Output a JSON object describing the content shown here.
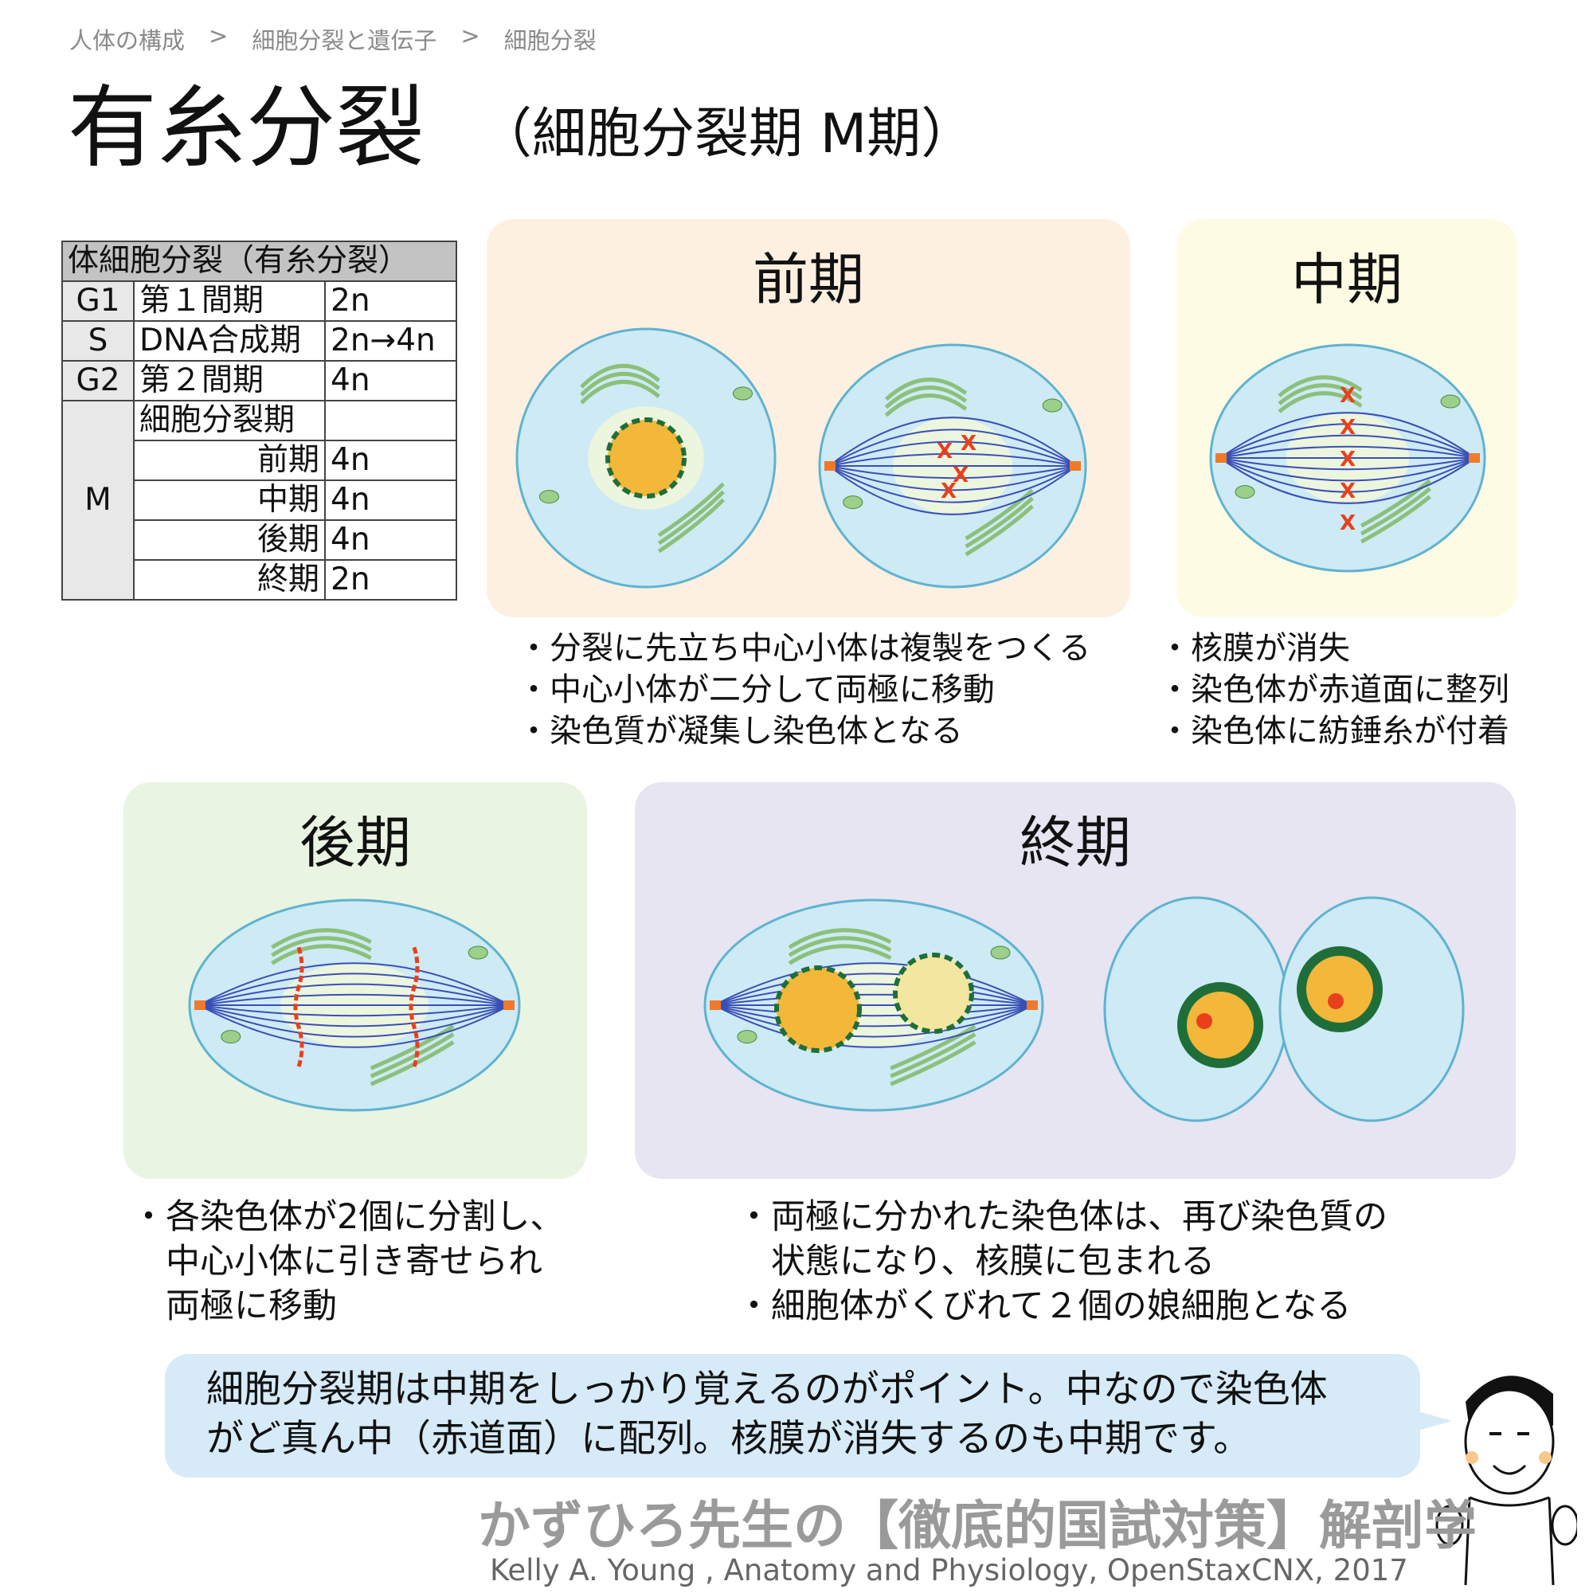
{
  "breadcrumb": [
    "人体の構成",
    ">",
    "細胞分裂と遺伝子",
    ">",
    "細胞分裂"
  ],
  "title": "有糸分裂",
  "subtitle": "（細胞分裂期 M期）",
  "table": {
    "header": "体細胞分裂（有糸分裂）",
    "rows": [
      {
        "phase": "G1",
        "name": "第１間期",
        "ploidy": "2n"
      },
      {
        "phase": "S",
        "name": "DNA合成期",
        "ploidy": "2n→4n"
      },
      {
        "phase": "G2",
        "name": "第２間期",
        "ploidy": "4n"
      }
    ],
    "m_label": "M",
    "m_name": "細胞分裂期",
    "m_rows": [
      {
        "name": "前期",
        "ploidy": "4n"
      },
      {
        "name": "中期",
        "ploidy": "4n"
      },
      {
        "name": "後期",
        "ploidy": "4n"
      },
      {
        "name": "終期",
        "ploidy": "2n"
      }
    ]
  },
  "panels": {
    "prophase": {
      "title": "前期",
      "bullets": [
        "・分裂に先立ち中心小体は複製をつくる",
        "・中心小体が二分して両極に移動",
        "・染色質が凝集し染色体となる"
      ],
      "color": "#fdf0e0"
    },
    "metaphase": {
      "title": "中期",
      "bullets": [
        "・核膜が消失",
        "・染色体が赤道面に整列",
        "・染色体に紡錘糸が付着"
      ],
      "color": "#fefbe4"
    },
    "anaphase": {
      "title": "後期",
      "bullets": [
        "・各染色体が2個に分割し、",
        "　中心小体に引き寄せられ",
        "　両極に移動"
      ],
      "color": "#eaf4e2"
    },
    "telophase": {
      "title": "終期",
      "bullets": [
        "・両極に分かれた染色体は、再び染色質の",
        "　状態になり、核膜に包まれる",
        "・細胞体がくびれて２個の娘細胞となる"
      ],
      "color": "#e6e5f1"
    }
  },
  "bubble": [
    "細胞分裂期は中期をしっかり覚えるのがポイント。中なので染色体",
    "がど真ん中（赤道面）に配列。核膜が消失するのも中期です。"
  ],
  "brand": "かずひろ先生の【徹底的国試対策】解剖学",
  "credit": "Kelly A. Young , Anatomy and Physiology, OpenStaxCNX, 2017"
}
